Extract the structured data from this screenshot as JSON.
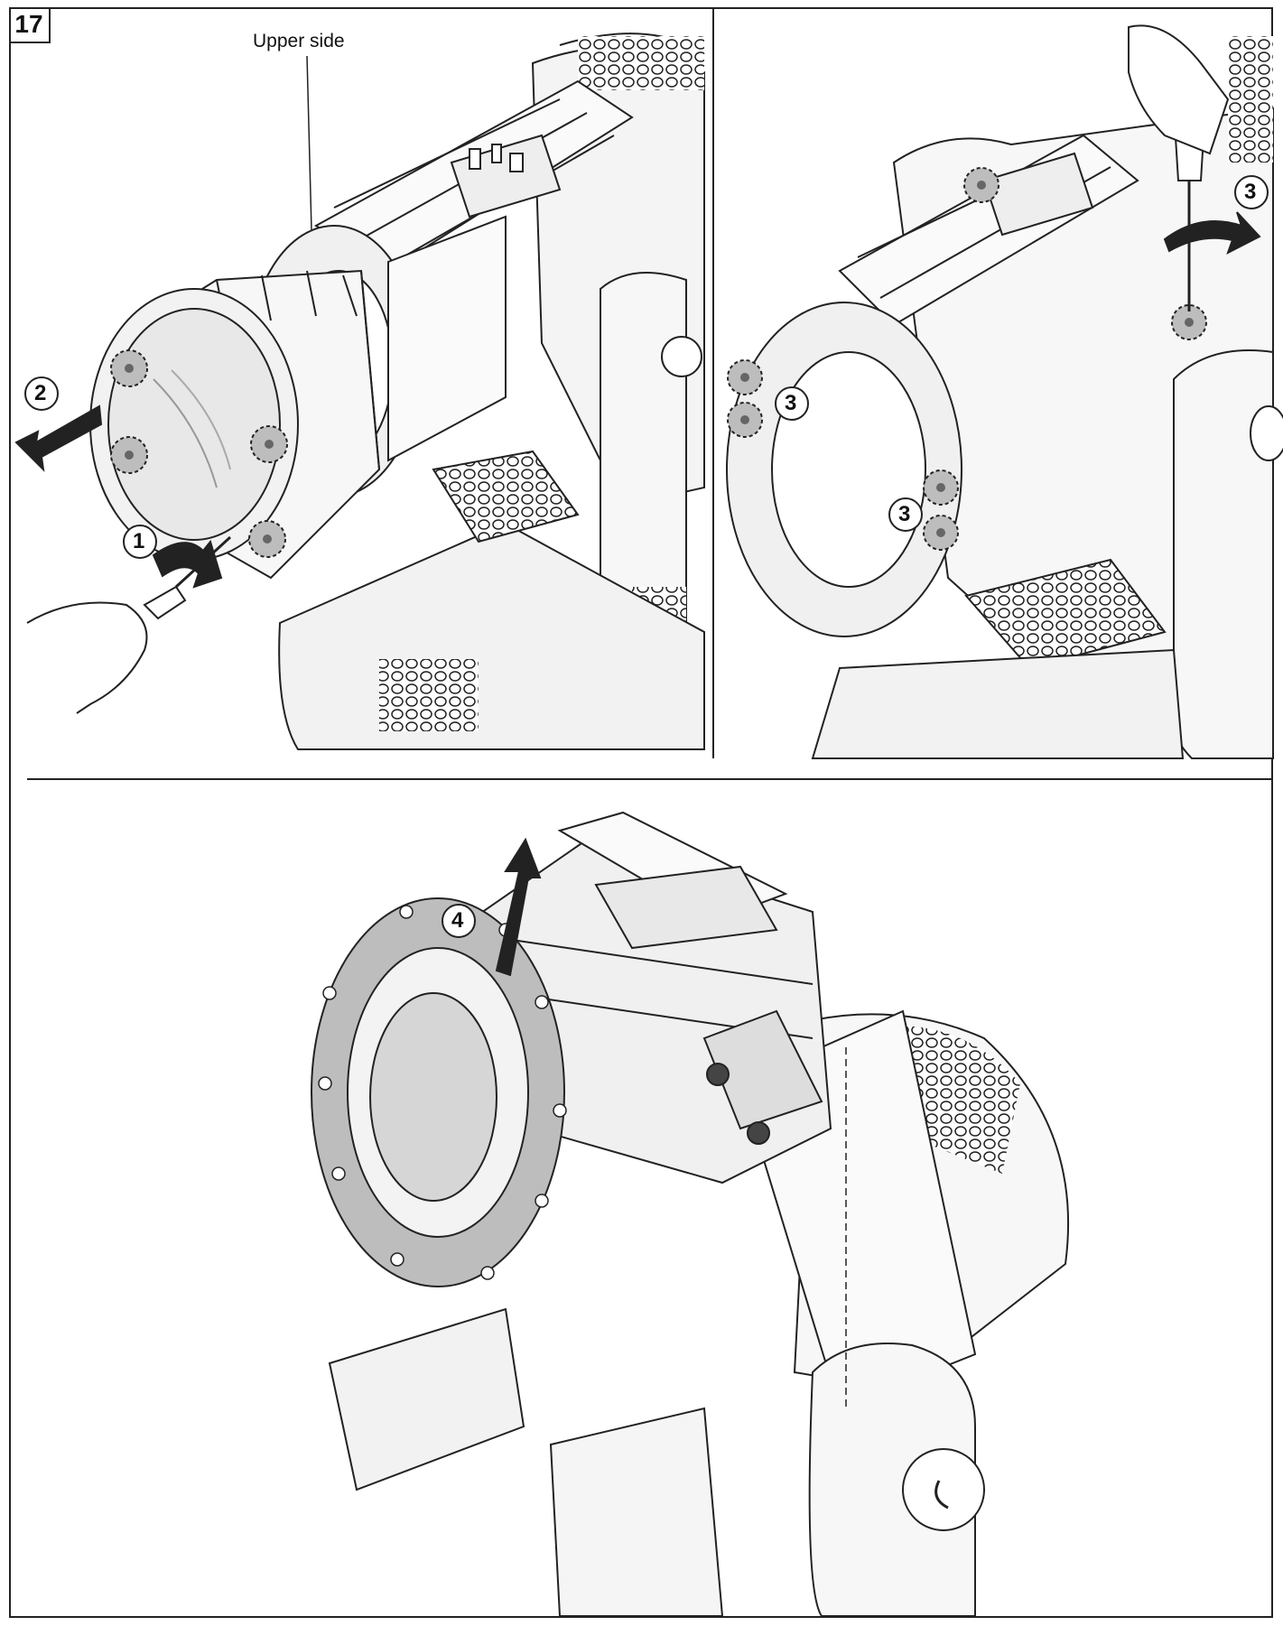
{
  "figure": {
    "number": "17",
    "upper_side_label": "Upper side",
    "callouts": {
      "step1": "1",
      "step2": "2",
      "step3a": "3",
      "step3b": "3",
      "step3c": "3",
      "step4": "4"
    }
  },
  "colors": {
    "line": "#222222",
    "highlight_circle": "#bdbdbd",
    "body_fill": "#e6e6e6",
    "dark_fill": "#2a2a2a"
  }
}
